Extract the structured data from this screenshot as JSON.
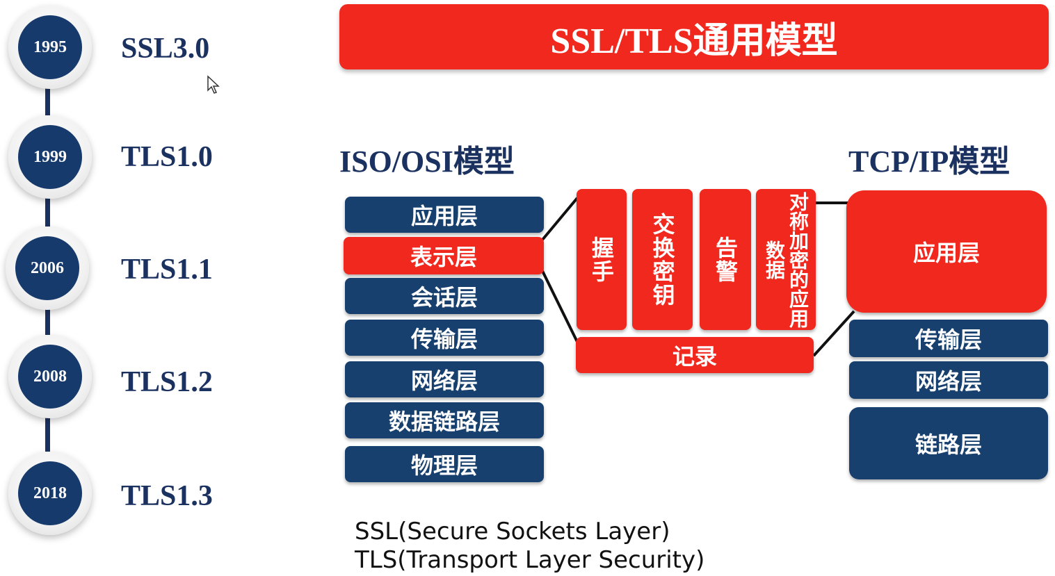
{
  "timeline": [
    {
      "year": "1995",
      "version": "SSL3.0"
    },
    {
      "year": "1999",
      "version": "TLS1.0"
    },
    {
      "year": "2006",
      "version": "TLS1.1"
    },
    {
      "year": "2008",
      "version": "TLS1.2"
    },
    {
      "year": "2018",
      "version": "TLS1.3"
    }
  ],
  "banner": {
    "title": "SSL/TLS通用模型"
  },
  "iso_osi": {
    "title": "ISO/OSI模型",
    "layers": [
      "应用层",
      "表示层",
      "会话层",
      "传输层",
      "网络层",
      "数据链路层",
      "物理层"
    ]
  },
  "ssl_tls": {
    "protocols": [
      "握手",
      "交换密钥",
      "告警",
      "对称加密的应用数据"
    ],
    "record": "记录"
  },
  "tcp_ip": {
    "title": "TCP/IP模型",
    "layers": [
      "应用层",
      "传输层",
      "网络层",
      "链路层"
    ]
  },
  "footer": {
    "ssl": "SSL(Secure Sockets Layer)",
    "tls": "TLS(Transport Layer Security)"
  },
  "colors": {
    "accent_red": "#f0281e",
    "navy": "#17406e",
    "text_navy": "#1b3260"
  }
}
